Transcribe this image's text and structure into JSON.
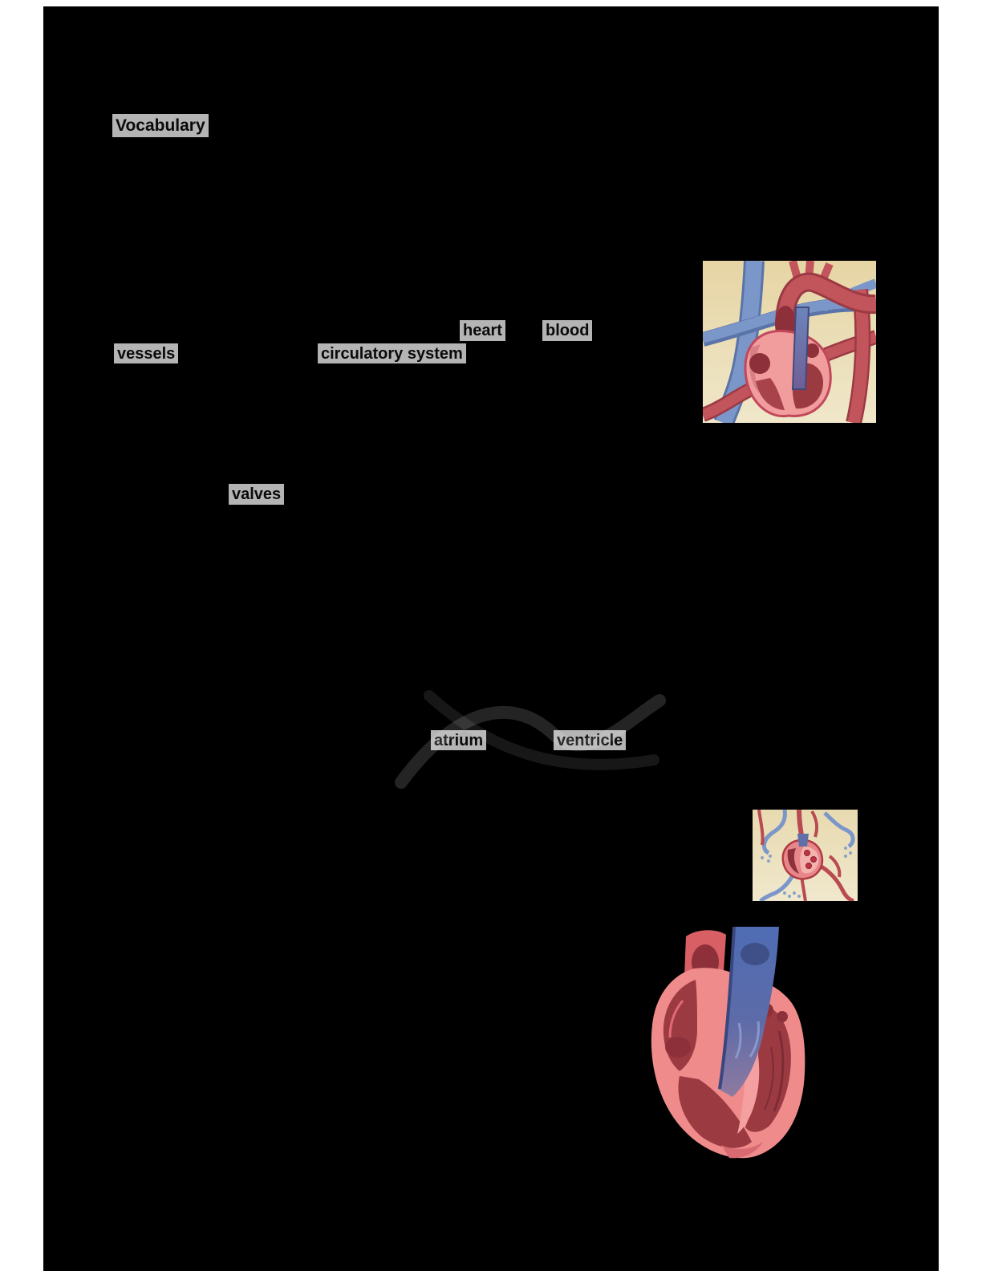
{
  "page": {
    "background_color": "#ffffff",
    "content_block_color": "#000000"
  },
  "highlights": {
    "highlight_color": "#b4b4b4",
    "text_color": "#0a0a0a",
    "vocabulary": {
      "label": "Vocabulary"
    },
    "heart": {
      "label": "heart"
    },
    "blood": {
      "label": "blood"
    },
    "vessels": {
      "label": "vessels"
    },
    "circulatory_system": {
      "label": "circulatory system"
    },
    "valves": {
      "label": "valves"
    },
    "atrium": {
      "label": "atrium"
    },
    "ventricle": {
      "label": "ventricle"
    }
  },
  "figures": {
    "heart_and_vessels": {
      "name": "heart-and-vessels-illustration",
      "description_colors": {
        "background": "#e9dcae",
        "artery_red": "#c2545c",
        "vein_blue": "#7b97c9",
        "heart_pink": "#f29d9d",
        "chamber_dark_red": "#8e3039"
      }
    },
    "circulatory_system_diagram": {
      "name": "circulatory-system-illustration",
      "description_colors": {
        "background": "#ece1bf",
        "artery_red": "#b94a52",
        "vein_blue": "#7b97c9",
        "heart_pink": "#e8878a"
      }
    },
    "heart_cross_section": {
      "name": "heart-cross-section-illustration",
      "description_colors": {
        "muscle_pink": "#ef8b8b",
        "chamber_dark_red": "#9c3a42",
        "vena_cava_blue": "#5b76bb",
        "artery_red": "#d85f63"
      }
    }
  },
  "watermark": {
    "name": "faint-watermark-swoosh",
    "color": "rgba(255,255,255,0.14)"
  }
}
